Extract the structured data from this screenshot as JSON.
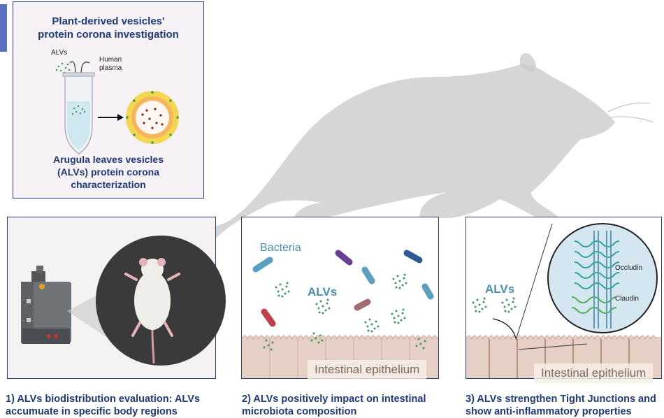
{
  "top_panel": {
    "title_line1": "Plant-derived vesicles'",
    "title_line2": "protein corona investigation",
    "label_alvs": "ALVs",
    "label_human": "Human",
    "label_plasma": "plasma",
    "subtitle_line1": "Arugula leaves vesicles",
    "subtitle_line2": "(ALVs)  protein corona",
    "subtitle_line3": "characterization"
  },
  "panel1": {
    "caption_line1": "1) ALVs biodistribution evaluation: ALVs",
    "caption_line2": "accumuate in specific body regions"
  },
  "panel2": {
    "label_bacteria": "Bacteria",
    "label_alvs": "ALVs",
    "label_epithelium": "Intestinal epithelium",
    "caption_line1": "2) ALVs positively impact on intestinal",
    "caption_line2": "microbiota composition"
  },
  "panel3": {
    "label_alvs": "ALVs",
    "label_occludin": "Occludin",
    "label_claudin": "Claudin",
    "label_epithelium": "Intestinal epithelium",
    "caption_line1": "3)  ALVs strengthen Tight Junctions and",
    "caption_line2": "show anti-inflammatory properties"
  },
  "colors": {
    "title_blue": "#1f3a7a",
    "accent_bar": "#5b6fc0",
    "vesicle_green": "#3f9a5a",
    "bacteria_teal": "#4b8fb0",
    "epithelium": "#e6cfc4"
  },
  "icons": [
    "mouse-silhouette",
    "tube-icon",
    "vesicle-icon",
    "imaging-device-icon",
    "mouse-icon",
    "bacteria-icon",
    "tight-junction-icon"
  ]
}
